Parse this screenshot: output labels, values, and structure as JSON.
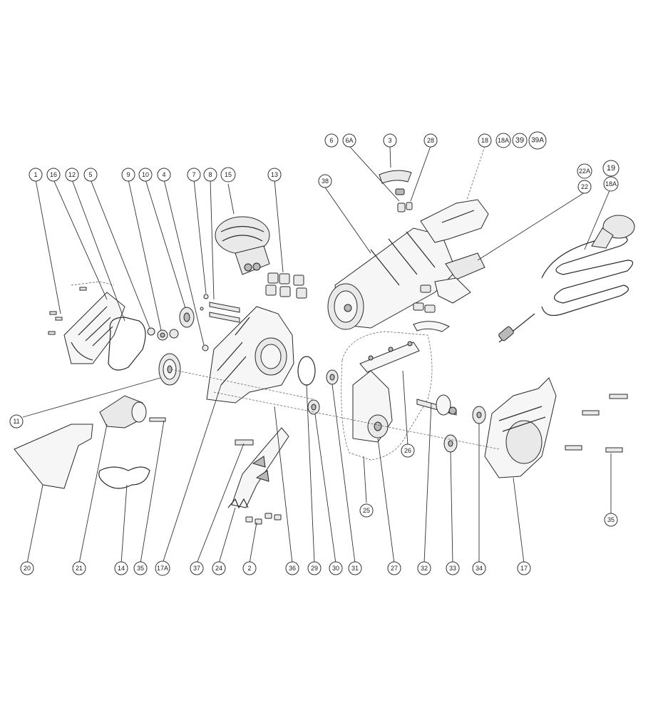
{
  "diagram": {
    "type": "exploded-parts-view",
    "callouts": [
      {
        "label": "1"
      },
      {
        "label": "16"
      },
      {
        "label": "12"
      },
      {
        "label": "5"
      },
      {
        "label": "9"
      },
      {
        "label": "10"
      },
      {
        "label": "4"
      },
      {
        "label": "7"
      },
      {
        "label": "8"
      },
      {
        "label": "15"
      },
      {
        "label": "13"
      },
      {
        "label": "38"
      },
      {
        "label": "6"
      },
      {
        "label": "6A"
      },
      {
        "label": "3"
      },
      {
        "label": "28"
      },
      {
        "label": "18"
      },
      {
        "label": "18A"
      },
      {
        "label": "39"
      },
      {
        "label": "39A"
      },
      {
        "label": "22A"
      },
      {
        "label": "22"
      },
      {
        "label": "19"
      },
      {
        "label": "18A"
      },
      {
        "label": "11"
      },
      {
        "label": "26"
      },
      {
        "label": "25"
      },
      {
        "label": "35"
      },
      {
        "label": "20"
      },
      {
        "label": "21"
      },
      {
        "label": "14"
      },
      {
        "label": "35"
      },
      {
        "label": "17A"
      },
      {
        "label": "37"
      },
      {
        "label": "24"
      },
      {
        "label": "2"
      },
      {
        "label": "36"
      },
      {
        "label": "29"
      },
      {
        "label": "30"
      },
      {
        "label": "31"
      },
      {
        "label": "27"
      },
      {
        "label": "32"
      },
      {
        "label": "33"
      },
      {
        "label": "34"
      },
      {
        "label": "17"
      }
    ]
  }
}
